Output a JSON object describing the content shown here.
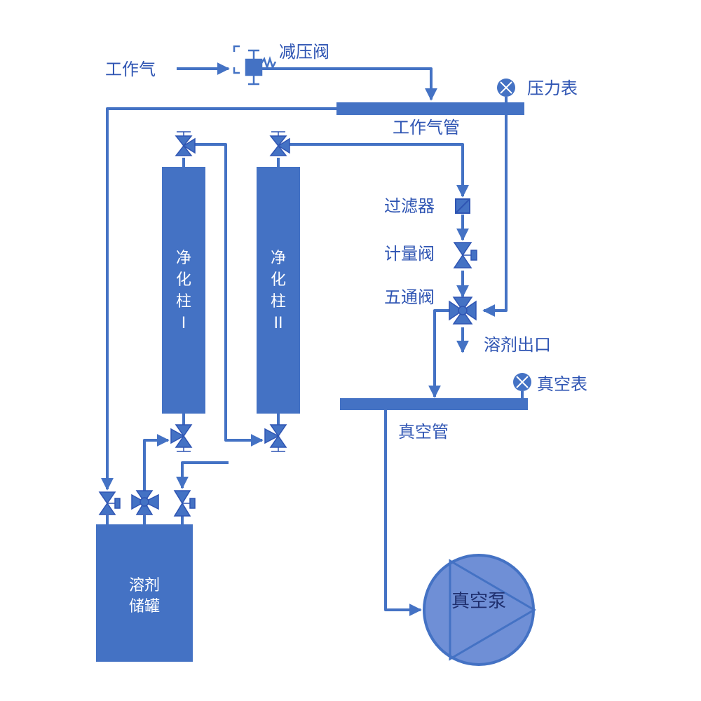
{
  "colors": {
    "main": "#4472c4",
    "line": "#4472c4",
    "dark": "#2f55b3",
    "pump": "#6f8fd6"
  },
  "labels": {
    "working_gas": "工作气",
    "pressure_reducing_valve": "减压阀",
    "pressure_gauge": "压力表",
    "working_gas_pipe": "工作气管",
    "filter": "过滤器",
    "metering_valve": "计量阀",
    "five_way_valve": "五通阀",
    "solvent_outlet": "溶剂出口",
    "vacuum_gauge": "真空表",
    "vacuum_pipe": "真空管",
    "vacuum_pump": "真空泵"
  },
  "columns": [
    {
      "lines": [
        "净",
        "化",
        "柱",
        "I"
      ]
    },
    {
      "lines": [
        "净",
        "化",
        "柱",
        "II"
      ]
    }
  ],
  "tank": {
    "lines": [
      "溶剂",
      "储罐"
    ]
  },
  "icons": {
    "pressure_gauge": "gauge-icon",
    "vacuum_gauge": "gauge-icon",
    "filter": "filter-icon",
    "metering_valve": "valve-icon",
    "five_way_valve": "five-way-valve-icon",
    "pressure_reducing_valve": "pressure-reducing-valve-icon",
    "vacuum_pump": "pump-icon"
  }
}
